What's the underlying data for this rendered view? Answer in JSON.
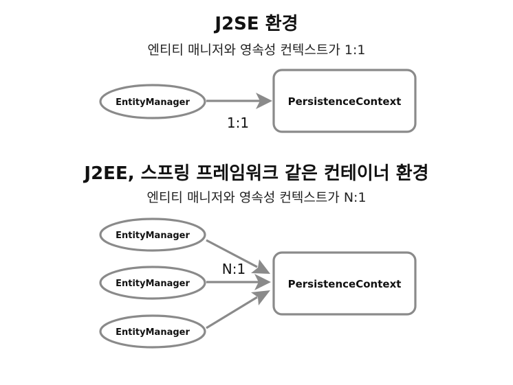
{
  "sections": {
    "j2se": {
      "title": "J2SE 환경",
      "subtitle": "엔티티 매니저와 영속성 컨텍스트가 1:1",
      "relation": "1:1",
      "manager_label": "EntityManager",
      "context_label": "PersistenceContext"
    },
    "j2ee": {
      "title": "J2EE, 스프링 프레임워크 같은 컨테이너 환경",
      "subtitle": "엔티티 매니저와 영속성 컨텍스트가 N:1",
      "relation": "N:1",
      "managers": [
        "EntityManager",
        "EntityManager",
        "EntityManager"
      ],
      "context_label": "PersistenceContext"
    }
  }
}
